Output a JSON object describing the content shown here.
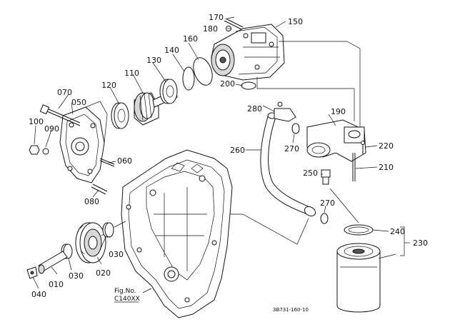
{
  "labels": {
    "p010": "010",
    "p020": "020",
    "p030a": "030",
    "p030b": "030",
    "p040": "040",
    "p050": "050",
    "p060": "060",
    "p070": "070",
    "p080": "080",
    "p090": "090",
    "p100": "100",
    "p110": "110",
    "p120": "120",
    "p130": "130",
    "p140": "140",
    "p150": "150",
    "p160": "160",
    "p170": "170",
    "p180": "180",
    "p190": "190",
    "p200": "200",
    "p210": "210",
    "p220": "220",
    "p230": "230",
    "p240": "240",
    "p250": "250",
    "p260": "260",
    "p270a": "270",
    "p270b": "270",
    "p280": "280"
  },
  "fig_ref": {
    "line1": "Fig.No.",
    "line2": "C140XX"
  },
  "drawing_code": "3B731-160-10"
}
